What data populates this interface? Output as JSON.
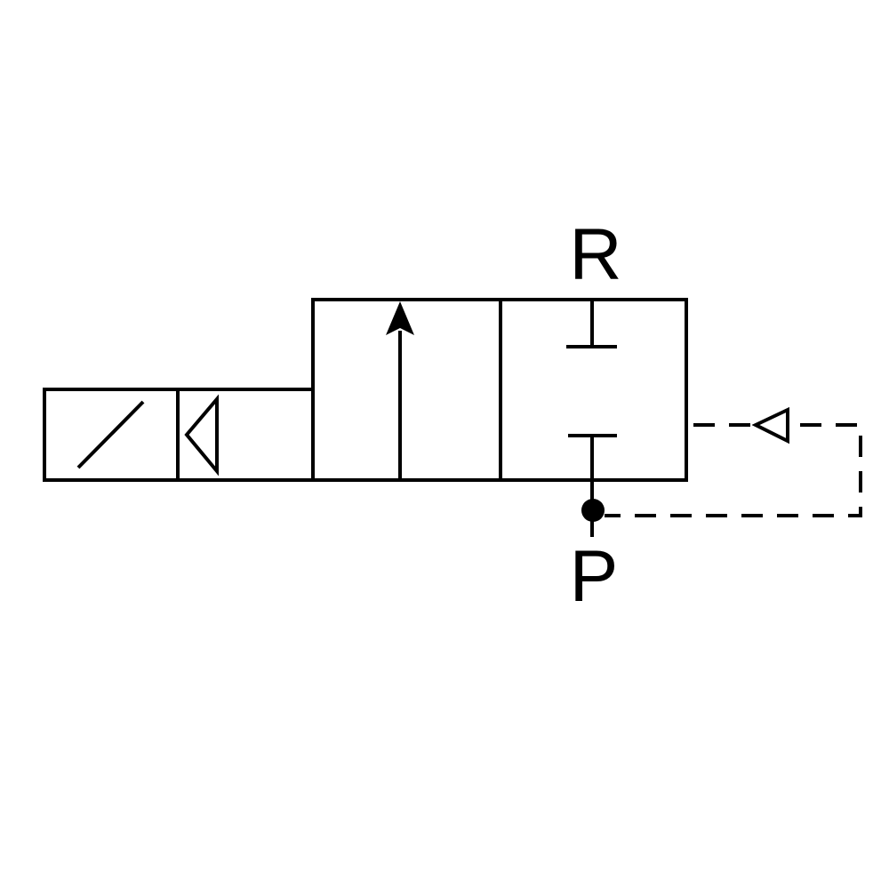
{
  "diagram": {
    "type": "3/2-way solenoid valve symbol",
    "ports": {
      "exhaust_label": "R",
      "pressure_label": "P"
    },
    "colors": {
      "line": "#000000",
      "background": "#ffffff"
    },
    "elements": {
      "actuator": "solenoid-operator",
      "spool_positions": 2,
      "pilot_line": "dashed"
    }
  }
}
